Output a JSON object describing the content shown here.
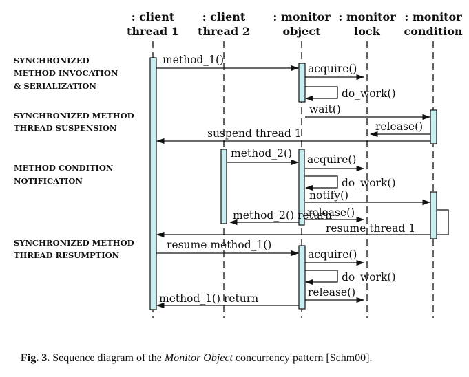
{
  "participants": [
    {
      "id": "client1",
      "line1": ": client",
      "line2": "thread 1"
    },
    {
      "id": "client2",
      "line1": ": client",
      "line2": "thread 2"
    },
    {
      "id": "monobj",
      "line1": ": monitor",
      "line2": "object"
    },
    {
      "id": "monlock",
      "line1": ": monitor",
      "line2": "lock"
    },
    {
      "id": "moncond",
      "line1": ": monitor",
      "line2": "condition"
    }
  ],
  "phases": [
    {
      "lines": [
        "SYNCHRONIZED",
        "METHOD INVOCATION",
        "& SERIALIZATION"
      ]
    },
    {
      "lines": [
        "SYNCHRONIZED METHOD",
        "THREAD SUSPENSION"
      ]
    },
    {
      "lines": [
        "METHOD CONDITION",
        "NOTIFICATION"
      ]
    },
    {
      "lines": [
        "SYNCHRONIZED METHOD",
        "THREAD RESUMPTION"
      ]
    }
  ],
  "messages": [
    {
      "label": "method_1()",
      "from": "client1",
      "to": "monobj"
    },
    {
      "label": "acquire()",
      "from": "monobj",
      "to": "monlock"
    },
    {
      "label": "do_work()",
      "from": "monobj",
      "to": "monobj"
    },
    {
      "label": "wait()",
      "from": "monobj",
      "to": "moncond"
    },
    {
      "label": "release()",
      "from": "moncond",
      "to": "monlock"
    },
    {
      "label": "suspend thread 1",
      "from": "moncond",
      "to": "client1"
    },
    {
      "label": "method_2()",
      "from": "client2",
      "to": "monobj"
    },
    {
      "label": "acquire()",
      "from": "monobj",
      "to": "monlock"
    },
    {
      "label": "do_work()",
      "from": "monobj",
      "to": "monobj"
    },
    {
      "label": "notify()",
      "from": "monobj",
      "to": "moncond"
    },
    {
      "label": "release()",
      "from": "monobj",
      "to": "monlock"
    },
    {
      "label": "method_2() return",
      "from": "monobj",
      "to": "client2"
    },
    {
      "label": "resume thread 1",
      "from": "moncond",
      "to": "client1"
    },
    {
      "label": "resume method_1()",
      "from": "client1",
      "to": "monobj"
    },
    {
      "label": "acquire()",
      "from": "monobj",
      "to": "monlock"
    },
    {
      "label": "do_work()",
      "from": "monobj",
      "to": "monobj"
    },
    {
      "label": "release()",
      "from": "monobj",
      "to": "monlock"
    },
    {
      "label": "method_1() return",
      "from": "monobj",
      "to": "client1"
    }
  ],
  "caption": {
    "label": "Fig. 3.",
    "text_before": " Sequence diagram of the ",
    "emphasis": "Monitor Object",
    "text_after": " concurrency pattern [Schm00]."
  },
  "colors": {
    "activation_fill": "#c7eef0",
    "line": "#111111"
  }
}
